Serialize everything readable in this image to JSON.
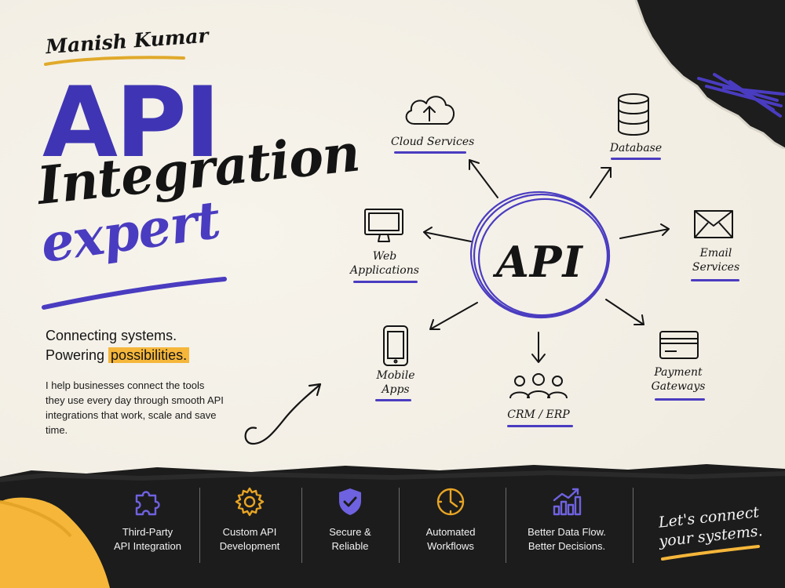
{
  "author": "Manish Kumar",
  "title": {
    "line1": "API",
    "line2": "Integration",
    "line3": "expert"
  },
  "tagline": {
    "line1": "Connecting systems.",
    "line2_prefix": "Powering ",
    "line2_highlight": "possibilities."
  },
  "description": "I help businesses connect the tools they use every day through smooth API integrations that work, scale and save time.",
  "diagram": {
    "center": "API",
    "nodes": [
      {
        "id": "cloud",
        "label": "Cloud Services",
        "icon": "cloud-upload-icon"
      },
      {
        "id": "database",
        "label": "Database",
        "icon": "database-icon"
      },
      {
        "id": "web",
        "label_line1": "Web",
        "label_line2": "Applications",
        "icon": "monitor-icon"
      },
      {
        "id": "email",
        "label_line1": "Email",
        "label_line2": "Services",
        "icon": "envelope-icon"
      },
      {
        "id": "mobile",
        "label_line1": "Mobile",
        "label_line2": "Apps",
        "icon": "smartphone-icon"
      },
      {
        "id": "crm",
        "label": "CRM / ERP",
        "icon": "users-icon"
      },
      {
        "id": "payment",
        "label_line1": "Payment",
        "label_line2": "Gateways",
        "icon": "credit-card-icon"
      }
    ]
  },
  "features": [
    {
      "line1": "Third-Party",
      "line2": "API Integration",
      "icon": "puzzle-icon"
    },
    {
      "line1": "Custom API",
      "line2": "Development",
      "icon": "gear-icon"
    },
    {
      "line1": "Secure &",
      "line2": "Reliable",
      "icon": "shield-check-icon"
    },
    {
      "line1": "Automated",
      "line2": "Workflows",
      "icon": "clock-icon"
    },
    {
      "line1": "Better Data Flow.",
      "line2": "Better Decisions.",
      "icon": "bar-chart-icon"
    }
  ],
  "cta": {
    "line1": "Let's connect",
    "line2": "your systems."
  },
  "colors": {
    "brand_purple": "#3f35b4",
    "accent_yellow": "#f5b63a",
    "ink": "#141414",
    "paper": "#f3efe6",
    "band": "#1c1c1c"
  }
}
